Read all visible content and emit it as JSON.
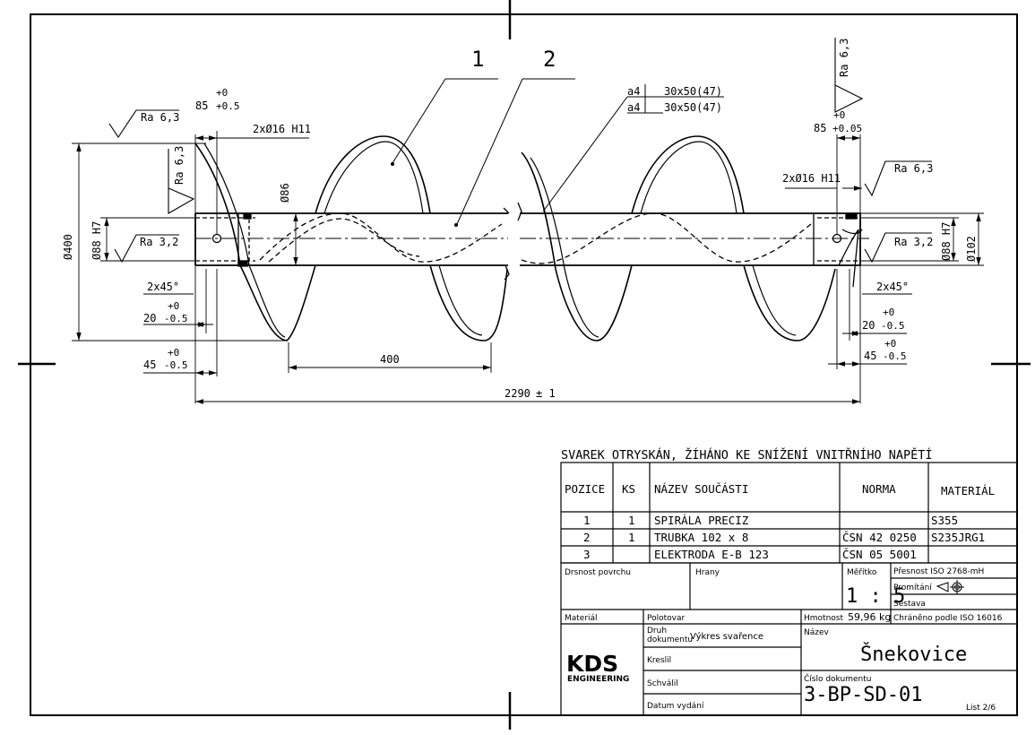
{
  "part_labels": [
    "1",
    "2"
  ],
  "roughness": {
    "left_top": "Ra 6,3",
    "left_vertical": "Ra 6,3",
    "left_bore": "Ra 3,2",
    "right_vertical": "Ra 6,3",
    "right_top": "Ra 6,3",
    "right_bore": "Ra 3,2"
  },
  "weld": {
    "a1": "a4",
    "w1": "30x50(47)",
    "a2": "a4",
    "w2": "30x50(47)"
  },
  "dims": {
    "tol_plus0": "+0",
    "left_85": "85",
    "tol_plus05": "+0.5",
    "right_85": "85",
    "tol_plus005": "+0.05",
    "holes_left": "2xØ16 H11",
    "holes_right": "2xØ16 H11",
    "dia400": "Ø400",
    "dia88_left": "Ø88 H7",
    "dia86": "Ø86",
    "dia88_right": "Ø88 H7",
    "dia102": "Ø102",
    "chamfer_left": "2x45°",
    "chamfer_right": "2x45°",
    "len20": "20",
    "tol_minus05": "-0.5",
    "len45": "45",
    "len20_r": "20",
    "len45_r": "45",
    "pitch400": "400",
    "total": "2290",
    "total_tol": "± 1"
  },
  "note": "SVAREK OTRYSKÁN, ŽÍHÁNO KE SNÍŽENÍ VNITŘNÍHO NAPĚTÍ",
  "bom": {
    "headers": [
      "POZICE",
      "KS",
      "NÁZEV SOUČÁSTI",
      "NORMA",
      "MATERIÁL"
    ],
    "rows": [
      [
        "1",
        "1",
        "SPIRÁLA PRECIZ",
        "",
        "S355"
      ],
      [
        "2",
        "1",
        "TRUBKA  102 x 8",
        "ČSN 42 0250",
        "S235JRG1"
      ],
      [
        "3",
        "",
        "ELEKTRODA E-B 123",
        "ČSN 05 5001",
        ""
      ]
    ]
  },
  "titleblock": {
    "drsnost_label": "Drsnost povrchu",
    "hrany_label": "Hrany",
    "meritko_label": "Měřítko",
    "scale": "1 : 5",
    "presnost": "Přesnost ISO 2768-mH",
    "promitani_label": "Promítání",
    "sestava": "Sestava",
    "material_label": "Materiál",
    "polotovar_label": "Polotovar",
    "hmotnost_label": "Hmotnost",
    "hmotnost_value": "59,96 kg",
    "chraneno": "Chráněno podle ISO 16016",
    "druh_label1": "Druh",
    "druh_label2": "dokumentu",
    "druh_value": "Výkres svařence",
    "nazev_label": "Název",
    "nazev_value": "Šnekovice",
    "kreslil_label": "Kreslil",
    "schvalil_label": "Schválil",
    "datum_label": "Datum vydání",
    "cislo_label": "Číslo dokumentu",
    "cislo_value": "3-BP-SD-01",
    "list": "List 2/6",
    "logo_main": "KDS",
    "logo_sub": "ENGINEERING"
  }
}
